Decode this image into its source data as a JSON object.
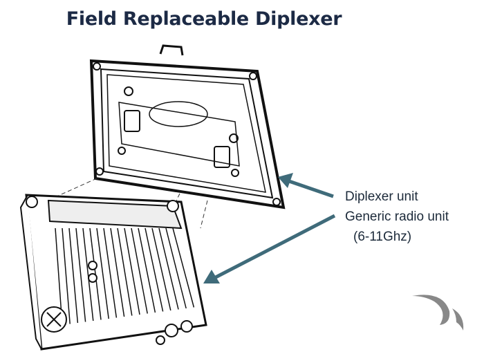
{
  "slide": {
    "title": "Field Replaceable Diplexer",
    "labels": {
      "diplexer": "Diplexer unit",
      "radio": "Generic radio unit",
      "band": "(6-11Ghz)"
    },
    "colors": {
      "title": "#1c2a45",
      "arrow": "#3f6b7a",
      "logo": "#888888"
    }
  }
}
